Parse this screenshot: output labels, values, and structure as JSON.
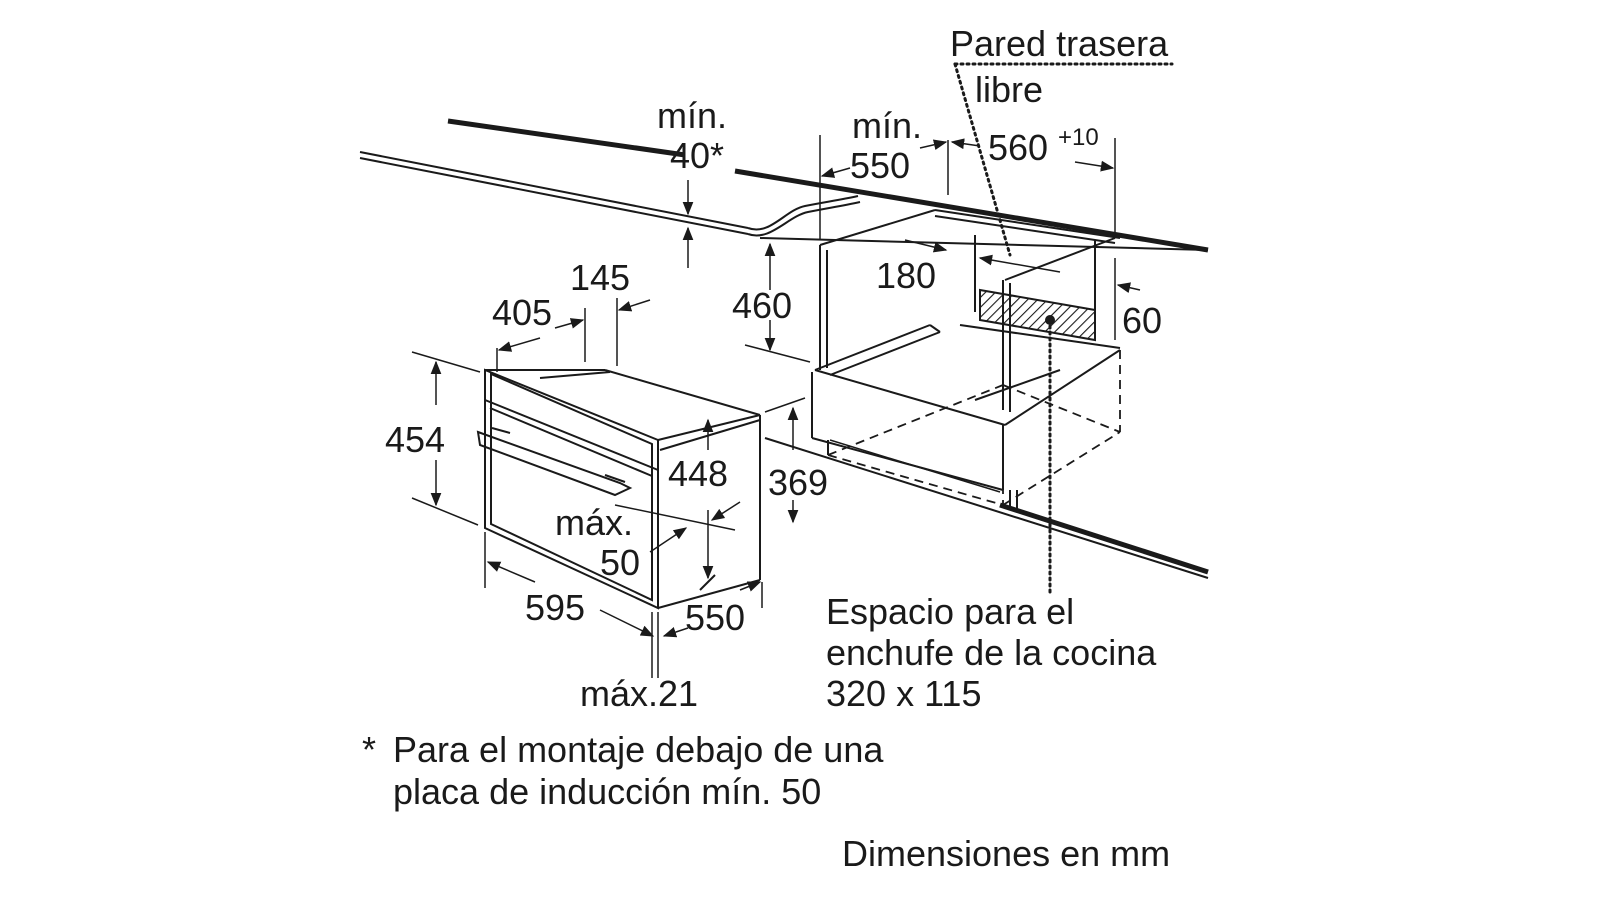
{
  "labels": {
    "back_wall_line1": "Pared trasera",
    "back_wall_line2": "libre",
    "min_40_line1": "mín.",
    "min_40_line2": "40*",
    "min_550_line1": "mín.",
    "min_550_line2": "550",
    "depth_560": "560",
    "depth_560_tolerance": "+10",
    "dim_180": "180",
    "dim_460": "460",
    "dim_60": "60",
    "dim_405": "405",
    "dim_145": "145",
    "dim_454": "454",
    "dim_448": "448",
    "dim_369": "369",
    "max_50_line1": "máx.",
    "max_50_line2": "50",
    "dim_595": "595",
    "dim_550_bottom": "550",
    "max_21": "máx.21"
  },
  "socket_note": {
    "line1": "Espacio para el",
    "line2": "enchufe de la cocina",
    "line3": "320 x 115"
  },
  "footnote": {
    "marker": "*",
    "line1": "Para el montaje debajo de una",
    "line2": "placa de inducción mín. 50"
  },
  "units_note": "Dimensiones en mm"
}
